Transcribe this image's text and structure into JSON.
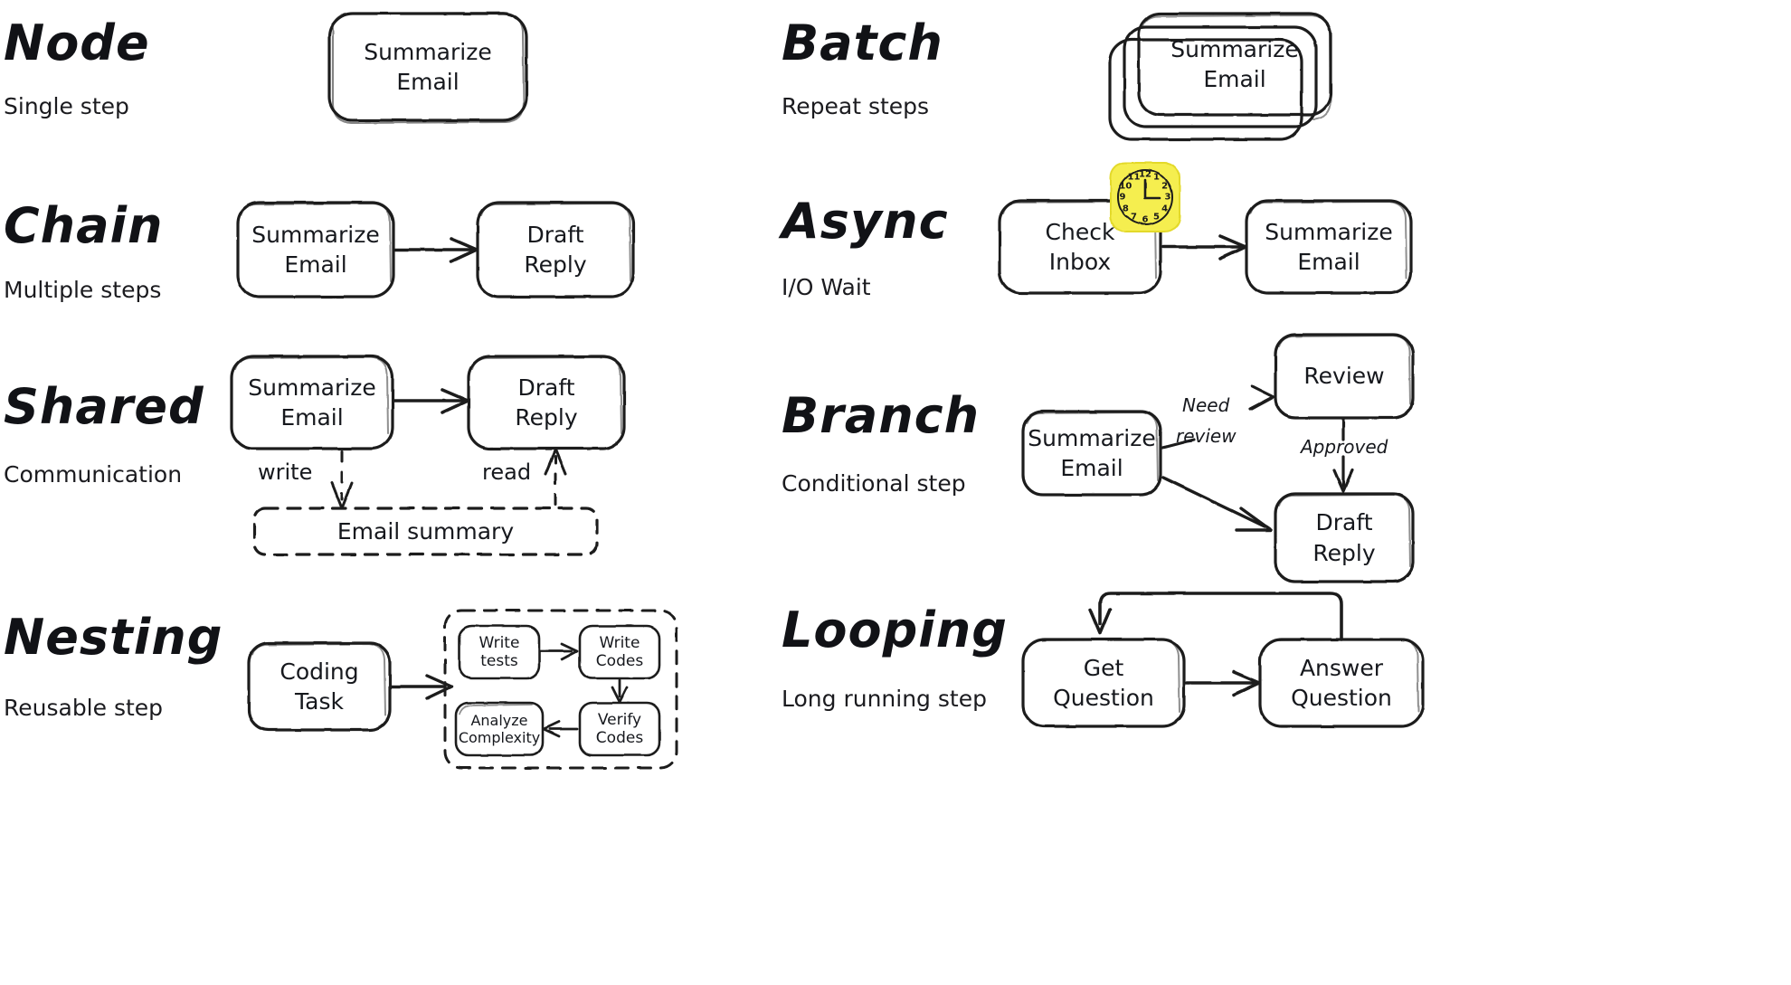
{
  "sections": [
    {
      "id": "node",
      "title": "Node",
      "subtitle": "Single step",
      "nodes": [
        {
          "id": "node-summarize-email",
          "label": "Summarize\nEmail"
        }
      ],
      "edges": []
    },
    {
      "id": "batch",
      "title": "Batch",
      "subtitle": "Repeat steps",
      "nodes": [
        {
          "id": "batch-summarize-email",
          "label": "Summarize\nEmail",
          "stacked": 3
        }
      ],
      "edges": []
    },
    {
      "id": "chain",
      "title": "Chain",
      "subtitle": "Multiple steps",
      "nodes": [
        {
          "id": "chain-summarize-email",
          "label": "Summarize\nEmail"
        },
        {
          "id": "chain-draft-reply",
          "label": "Draft\nReply"
        }
      ],
      "edges": [
        {
          "from": "chain-summarize-email",
          "to": "chain-draft-reply",
          "label": ""
        }
      ]
    },
    {
      "id": "async",
      "title": "Async",
      "subtitle": "I/O Wait",
      "nodes": [
        {
          "id": "async-check-inbox",
          "label": "Check\nInbox",
          "badge": "clock-icon"
        },
        {
          "id": "async-summarize-email",
          "label": "Summarize\nEmail"
        }
      ],
      "edges": [
        {
          "from": "async-check-inbox",
          "to": "async-summarize-email",
          "label": ""
        }
      ],
      "clock": {
        "numbers": [
          "12",
          "1",
          "2",
          "3",
          "4",
          "5",
          "6",
          "7",
          "8",
          "9",
          "10",
          "11"
        ],
        "fill": "#f7ef52"
      }
    },
    {
      "id": "shared",
      "title": "Shared",
      "subtitle": "Communication",
      "nodes": [
        {
          "id": "shared-summarize-email",
          "label": "Summarize\nEmail"
        },
        {
          "id": "shared-draft-reply",
          "label": "Draft\nReply"
        },
        {
          "id": "shared-store",
          "label": "Email summary",
          "kind": "datastore"
        }
      ],
      "edges": [
        {
          "from": "shared-summarize-email",
          "to": "shared-draft-reply",
          "label": ""
        },
        {
          "from": "shared-summarize-email",
          "to": "shared-store",
          "label": "write",
          "style": "dashed"
        },
        {
          "from": "shared-store",
          "to": "shared-draft-reply",
          "label": "read",
          "style": "dashed"
        }
      ]
    },
    {
      "id": "branch",
      "title": "Branch",
      "subtitle": "Conditional step",
      "nodes": [
        {
          "id": "branch-summarize-email",
          "label": "Summarize\nEmail"
        },
        {
          "id": "branch-review",
          "label": "Review"
        },
        {
          "id": "branch-draft-reply",
          "label": "Draft\nReply"
        }
      ],
      "edges": [
        {
          "from": "branch-summarize-email",
          "to": "branch-review",
          "label": "Need\nreview"
        },
        {
          "from": "branch-review",
          "to": "branch-draft-reply",
          "label": "Approved"
        },
        {
          "from": "branch-summarize-email",
          "to": "branch-draft-reply",
          "label": ""
        }
      ]
    },
    {
      "id": "nesting",
      "title": "Nesting",
      "subtitle": "Reusable step",
      "nodes": [
        {
          "id": "nesting-coding-task",
          "label": "Coding\nTask"
        },
        {
          "id": "nesting-write-tests",
          "label": "Write\ntests"
        },
        {
          "id": "nesting-write-codes",
          "label": "Write\nCodes"
        },
        {
          "id": "nesting-verify-codes",
          "label": "Verify\nCodes"
        },
        {
          "id": "nesting-analyze-complexity",
          "label": "Analyze\nComplexity"
        }
      ],
      "edges": [
        {
          "from": "nesting-coding-task",
          "to": "nesting-write-tests",
          "label": ""
        },
        {
          "from": "nesting-write-tests",
          "to": "nesting-write-codes",
          "label": ""
        },
        {
          "from": "nesting-write-codes",
          "to": "nesting-verify-codes",
          "label": ""
        },
        {
          "from": "nesting-verify-codes",
          "to": "nesting-analyze-complexity",
          "label": ""
        }
      ]
    },
    {
      "id": "looping",
      "title": "Looping",
      "subtitle": "Long running step",
      "nodes": [
        {
          "id": "looping-get-question",
          "label": "Get\nQuestion"
        },
        {
          "id": "looping-answer-question",
          "label": "Answer\nQuestion"
        }
      ],
      "edges": [
        {
          "from": "looping-get-question",
          "to": "looping-answer-question",
          "label": ""
        },
        {
          "from": "looping-answer-question",
          "to": "looping-get-question",
          "label": ""
        }
      ]
    }
  ],
  "text": {
    "node_title": "Node",
    "node_subtitle": "Single step",
    "node_box": "Summarize\nEmail",
    "batch_title": "Batch",
    "batch_subtitle": "Repeat steps",
    "batch_box": "Summarize\nEmail",
    "chain_title": "Chain",
    "chain_subtitle": "Multiple steps",
    "chain_box1": "Summarize\nEmail",
    "chain_box2": "Draft\nReply",
    "async_title": "Async",
    "async_subtitle": "I/O Wait",
    "async_box1": "Check\nInbox",
    "async_box2": "Summarize\nEmail",
    "shared_title": "Shared",
    "shared_subtitle": "Communication",
    "shared_box1": "Summarize\nEmail",
    "shared_box2": "Draft\nReply",
    "shared_store": "Email summary",
    "shared_write": "write",
    "shared_read": "read",
    "branch_title": "Branch",
    "branch_subtitle": "Conditional step",
    "branch_box1": "Summarize\nEmail",
    "branch_box2": "Review",
    "branch_box3": "Draft\nReply",
    "branch_need": "Need",
    "branch_review_lbl": "review",
    "branch_approved": "Approved",
    "nesting_title": "Nesting",
    "nesting_subtitle": "Reusable step",
    "nesting_box1": "Coding\nTask",
    "nesting_sub1": "Write\ntests",
    "nesting_sub2": "Write\nCodes",
    "nesting_sub3": "Verify\nCodes",
    "nesting_sub4": "Analyze\nComplexity",
    "looping_title": "Looping",
    "looping_subtitle": "Long running step",
    "looping_box1": "Get\nQuestion",
    "looping_box2": "Answer\nQuestion"
  },
  "colors": {
    "ink": "#1b1b1f",
    "stroke": "#1e1e1e",
    "background": "#ffffff",
    "clock_yellow": "#f5ee4f",
    "clock_yellow_edge": "#e8dd1f"
  },
  "clock_numbers": [
    "12",
    "1",
    "2",
    "3",
    "4",
    "5",
    "6",
    "7",
    "8",
    "9",
    "10",
    "11"
  ]
}
